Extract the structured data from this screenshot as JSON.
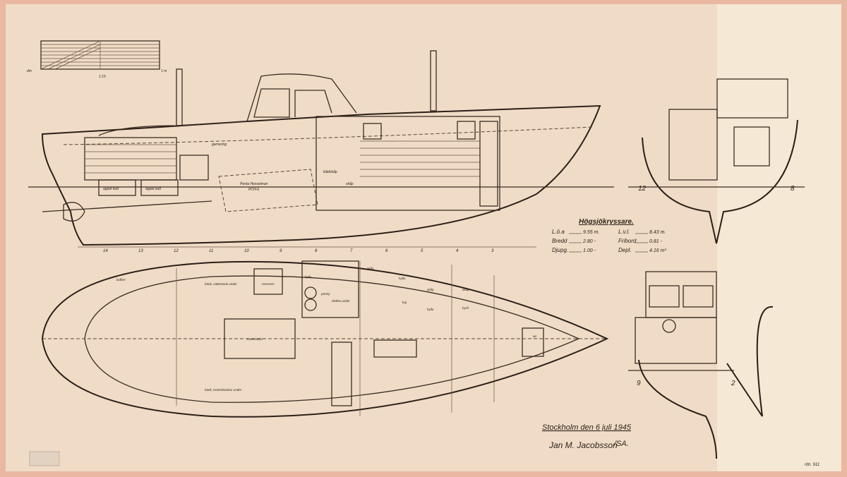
{
  "title": "Högsjökryssare.",
  "specs": [
    {
      "label": "L.ö.a",
      "value": "9.55 m."
    },
    {
      "label": "L.v.l.",
      "value": "8.43 m."
    },
    {
      "label": "Bredd",
      "value": "2.80 -"
    },
    {
      "label": "Fribord",
      "value": "0.81 -"
    },
    {
      "label": "Djupg.",
      "value": "1.00 -"
    },
    {
      "label": "Depl.",
      "value": "4.16 m³"
    }
  ],
  "scale": {
    "left": "dm",
    "right": "1 m",
    "ratio": "1:15"
  },
  "profile_labels": {
    "engine": "Penta Hesselman",
    "engine_model": "PCH-6",
    "tank1": "öppet kutt",
    "tank2": "öppet kutt",
    "deck": "garnering",
    "locker": "skåp",
    "hanging": "klädskåp"
  },
  "stations": [
    "14",
    "13",
    "12",
    "11",
    "10",
    "9",
    "8",
    "7",
    "6",
    "5",
    "4",
    "3"
  ],
  "plan_labels": [
    "koffert",
    "bänk, vattentank under",
    "reserven",
    "hylla",
    "pentry",
    "diskho under",
    "skåp",
    "hylla",
    "motorlucka",
    "kaj",
    "bänk, bränsletankar under",
    "skåp",
    "hylla",
    "skåp",
    "byrå",
    "wc"
  ],
  "sections": {
    "a_left": "12",
    "a_right": "8",
    "b_left": "9",
    "b_right": "2"
  },
  "place_date": "Stockholm den 6 juli 1945",
  "signature": "Jan M. Jacobsson",
  "signature_suffix": "/SA.",
  "drawing_number": "ritn. 911"
}
